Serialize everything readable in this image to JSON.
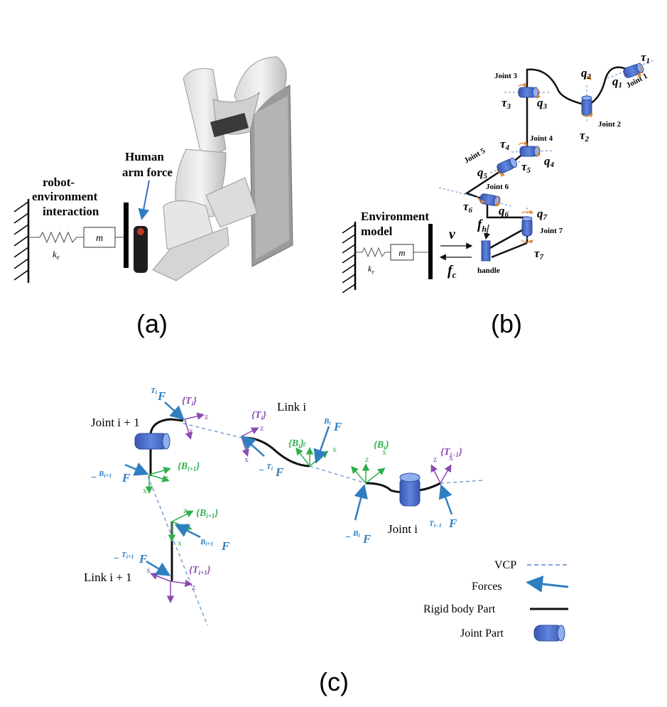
{
  "colors": {
    "force_blue": "#2f7fc0",
    "frame_green": "#2fb04c",
    "frame_purple": "#8a4bb0",
    "joint_blue": "#4a6fd0",
    "vcp_blue": "#5a8ccc",
    "torque_orange": "#e0852a",
    "rigid": "#111111"
  },
  "panel_a": {
    "caption": "(a)",
    "interaction_label_lines": [
      "robot-",
      "environment",
      "interaction"
    ],
    "human_label_lines": [
      "Human",
      "arm force"
    ],
    "mass": "m",
    "spring": "k",
    "spring_sub": "e"
  },
  "panel_b": {
    "caption": "(b)",
    "env_label_lines": [
      "Environment",
      "model"
    ],
    "mass": "m",
    "spring": "k",
    "spring_sub": "e",
    "handle": "handle",
    "v": "v",
    "fc": "f",
    "fc_sub": "c",
    "fh": "f",
    "fh_sub": "h",
    "joints": [
      "Joint 1",
      "Joint 2",
      "Joint 3",
      "Joint 4",
      "Joint 5",
      "Joint 6",
      "Joint 7"
    ],
    "q_labels": [
      "q",
      "q",
      "q",
      "q",
      "q",
      "q",
      "q"
    ],
    "q_subs": [
      "1",
      "2",
      "3",
      "4",
      "5",
      "6",
      "7"
    ],
    "tau": "τ",
    "tau_subs": [
      "1",
      "2",
      "3",
      "4",
      "5",
      "6",
      "7"
    ]
  },
  "panel_c": {
    "caption": "(c)",
    "joint_i1": "Joint i + 1",
    "joint_i": "Joint i",
    "link_i": "Link i",
    "link_i1": "Link i + 1",
    "frames": {
      "Ti": "{T",
      "Ti_sub": "i",
      "Bi": "{B",
      "Bi_sub": "i",
      "Bi1": "{B",
      "Bi1_sub": "i+1",
      "Ti1": "{T",
      "Ti1_sub": "i+1",
      "Tim1": "{T",
      "Tim1_sub": "i−1"
    },
    "forces": {
      "TiF": "F",
      "TiF_sup": "T",
      "TiF_supsub": "i",
      "BiF": "F",
      "BiF_sup": "B",
      "BiF_supsub": "i"
    },
    "axis_x": "x",
    "axis_z": "z",
    "legend": {
      "vcp": "VCP",
      "forces": "Forces",
      "rigid": "Rigid body Part",
      "joint": "Joint Part"
    }
  }
}
